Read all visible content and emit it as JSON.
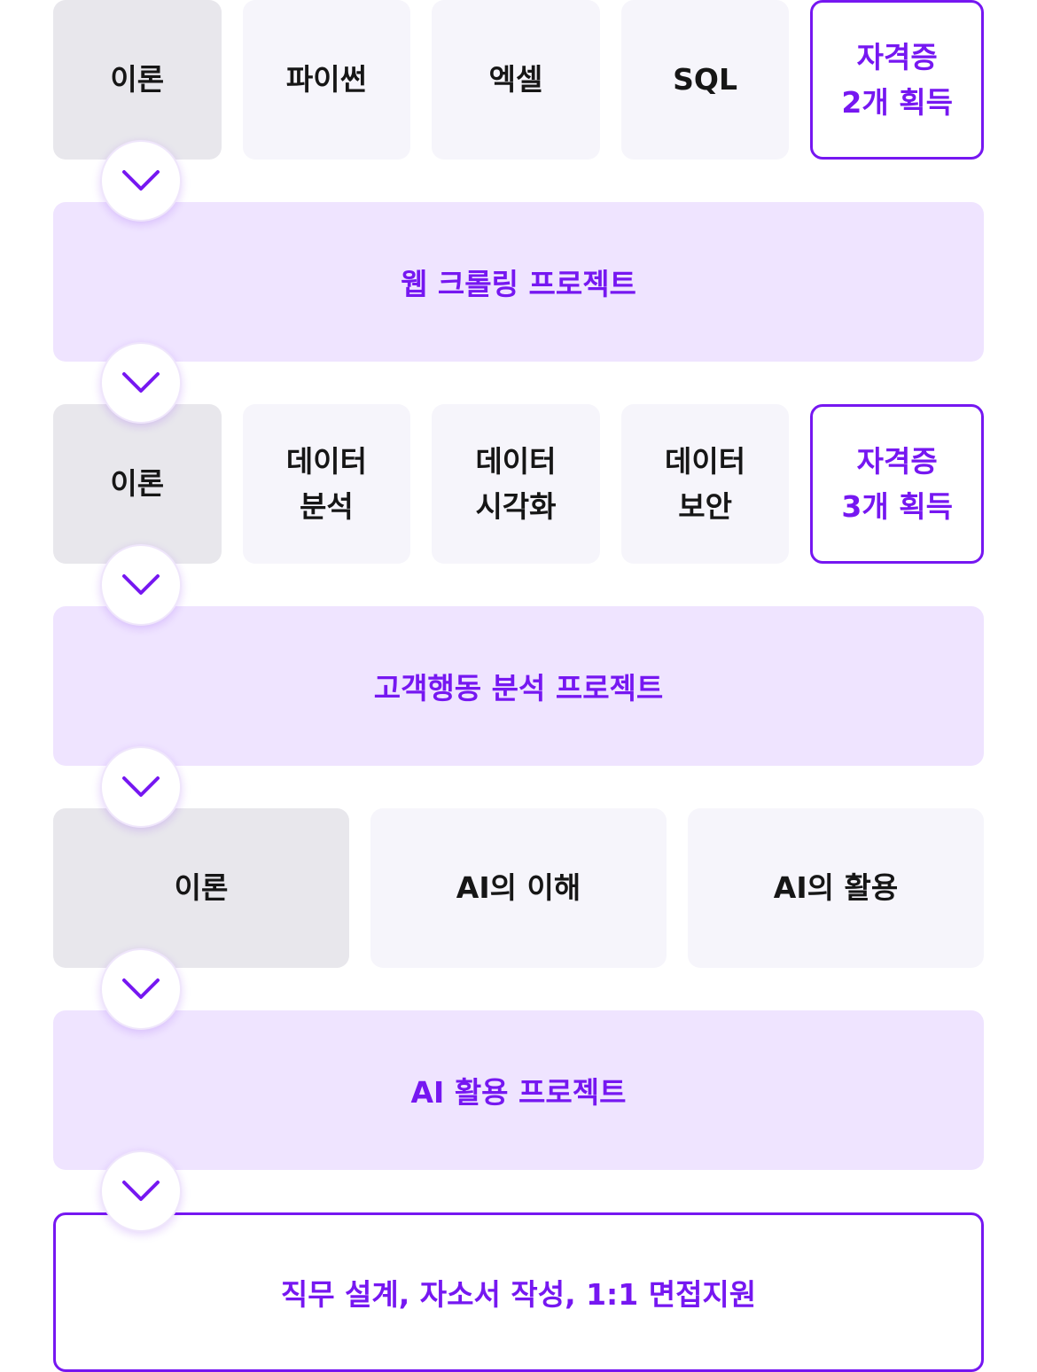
{
  "colors": {
    "accent": "#7617f1",
    "band_bg": "#efe4ff",
    "theory_bg": "#e8e7ec",
    "cell_bg": "#f6f5fb"
  },
  "stage1": {
    "cells": [
      "이론",
      "파이썬",
      "엑셀",
      "SQL"
    ],
    "cert": "자격증\n2개 획득",
    "project": "웹 크롤링 프로젝트"
  },
  "stage2": {
    "cells": [
      "이론",
      "데이터\n분석",
      "데이터\n시각화",
      "데이터\n보안"
    ],
    "cert": "자격증\n3개 획득",
    "project": "고객행동 분석 프로젝트"
  },
  "stage3": {
    "cells": [
      "이론",
      "AI의 이해",
      "AI의 활용"
    ],
    "project": "AI 활용 프로젝트"
  },
  "final": {
    "label": "직무 설계, 자소서 작성, 1:1 면접지원"
  },
  "arrow_icon": "chevron-down-icon"
}
